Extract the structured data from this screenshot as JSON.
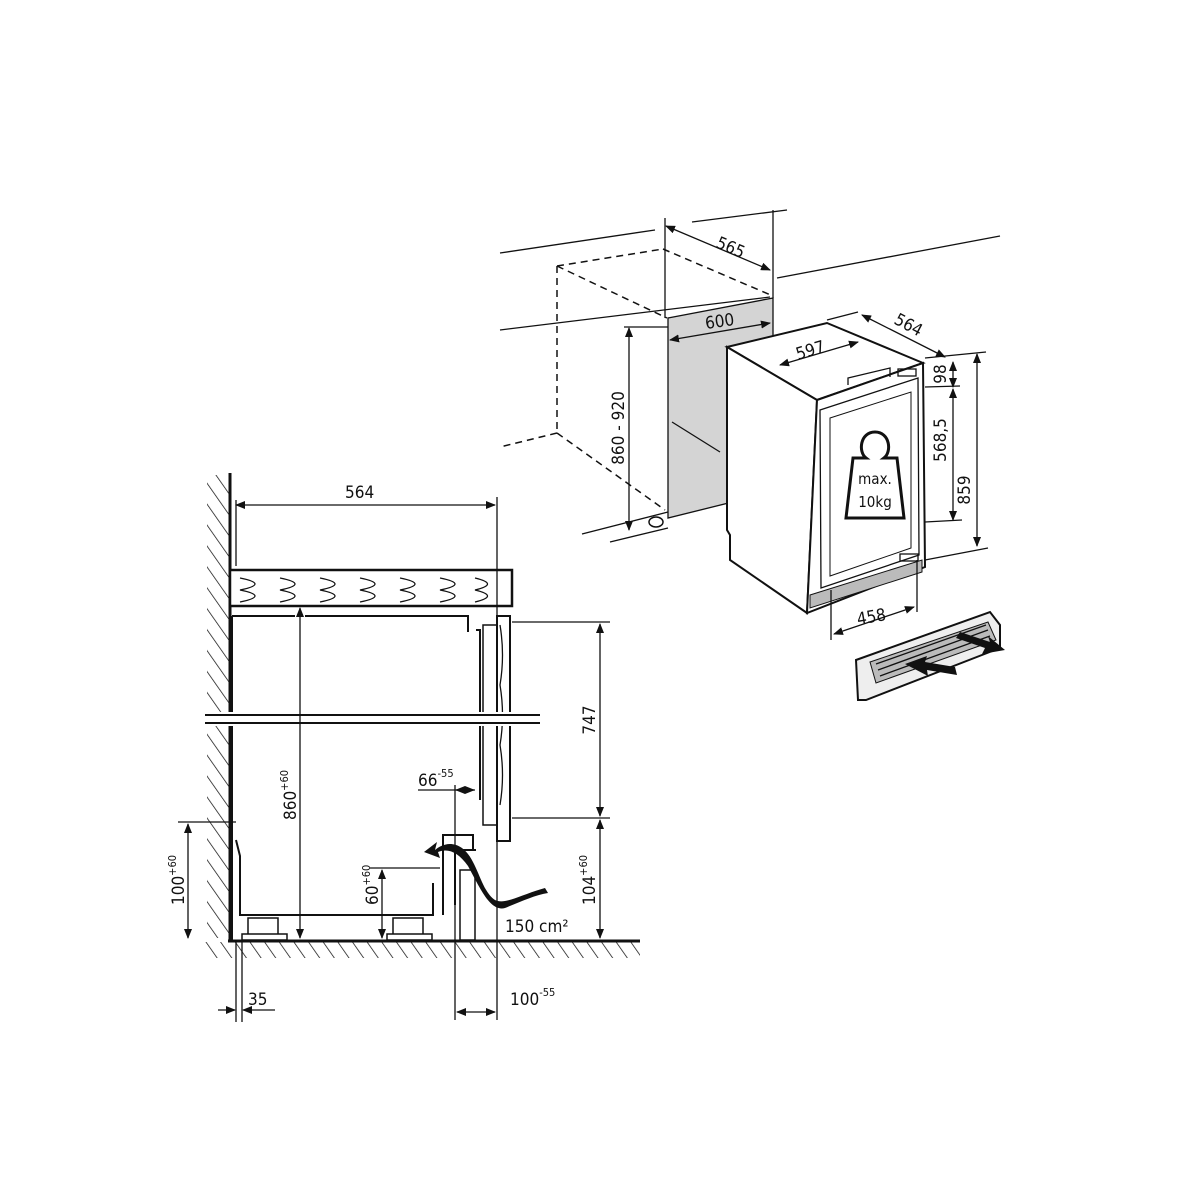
{
  "iso_view": {
    "niche_depth": "565",
    "niche_width": "600",
    "niche_height": "860 - 920",
    "appliance_width": "597",
    "appliance_depth": "564",
    "top_gap": "98",
    "door_height": "568,5",
    "appliance_height": "859",
    "plinth_width": "458",
    "weight_limit_line1": "max.",
    "weight_limit_line2": "10kg"
  },
  "section_view": {
    "depth": "564",
    "height": {
      "base": "860",
      "tol": "+60"
    },
    "door_height": "747",
    "plinth_height": {
      "base": "104",
      "tol": "+60"
    },
    "wall_plinth": {
      "base": "100",
      "tol": "+60"
    },
    "vent_offset": {
      "base": "66",
      "tol": "-55"
    },
    "vent_height": {
      "base": "60",
      "tol": "+60"
    },
    "vent_area": "150 cm²",
    "rear_gap": "35",
    "front_offset": {
      "base": "100",
      "tol": "-55"
    }
  }
}
